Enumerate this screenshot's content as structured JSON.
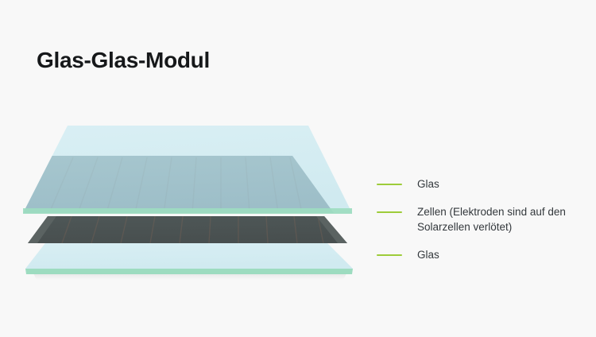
{
  "figure": {
    "title": "Glas-Glas-Modul",
    "background_color": "#f8f8f8",
    "title_color": "#16181a"
  },
  "colors": {
    "glass_fill": "#d5edf2",
    "glass_edge_green": "#9ddcc0",
    "glass_over_cell": "#a2c2cb",
    "cell_fill": "#4b5454",
    "cell_bevel": "#5a6262",
    "cell_line": "#6e5f57",
    "legend_dash": "#9dcc3a",
    "legend_text": "#33383c"
  },
  "layers": [
    {
      "name": "top-glass",
      "label": "Glas",
      "kind": "glass"
    },
    {
      "name": "cell-layer",
      "label": "Zellen",
      "kind": "cells"
    },
    {
      "name": "bottom-glass",
      "label": "Glas",
      "kind": "glass"
    }
  ],
  "legend": {
    "items": [
      {
        "label": "Glas"
      },
      {
        "label": "Zellen (Elektroden sind auf den Solarzellen verlötet)"
      },
      {
        "label": "Glas"
      }
    ]
  }
}
